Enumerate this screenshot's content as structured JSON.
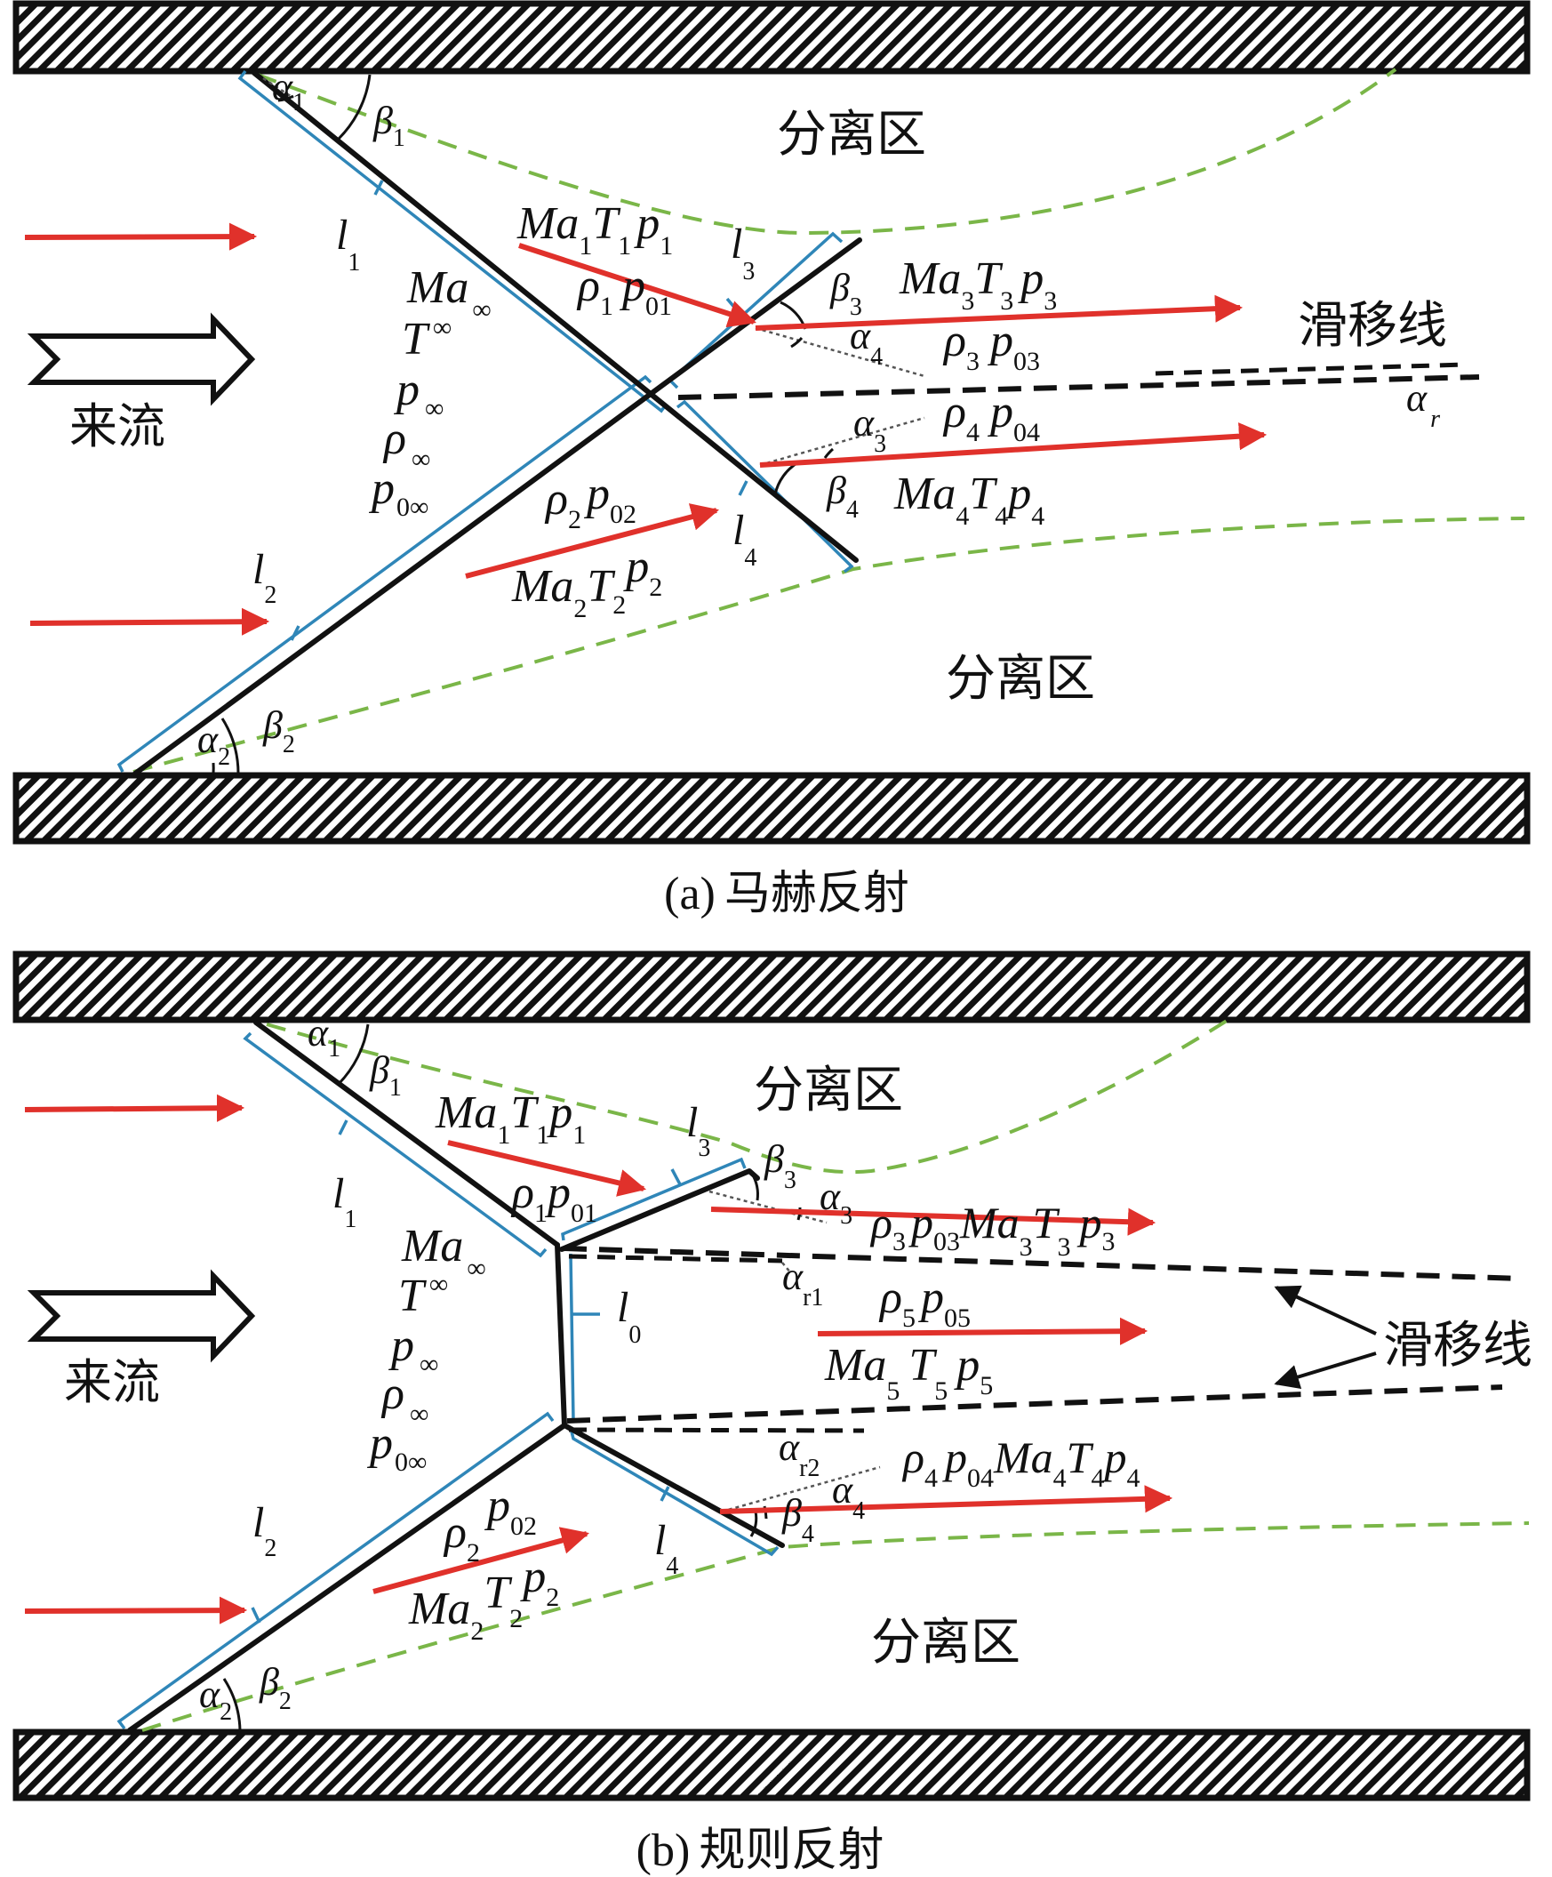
{
  "colors": {
    "shock": "#111111",
    "shock_length_marker": "#2f86b8",
    "flow_arrow": "#e0312b",
    "separation_boundary": "#7ab648",
    "slip_line": "#111111",
    "wall_fill": "#111111",
    "wall_hatch": "#ffffff"
  },
  "panel_a": {
    "caption_label": "(a)",
    "caption_text": "马赫反射",
    "incoming_flow_label": "来流",
    "separation_zone_top": "分离区",
    "separation_zone_bottom": "分离区",
    "slip_line_label": "滑移线",
    "freestream": {
      "ma": "Ma",
      "ma_sub": "∞",
      "t": "T",
      "t_sub": "∞",
      "p": "p",
      "p_sub": "∞",
      "rho": "ρ",
      "rho_sub": "∞",
      "p0": "p",
      "p0_sub": "0∞"
    },
    "region1": {
      "ma": "Ma",
      "ma_sub": "1",
      "t": "T",
      "t_sub": "1",
      "p": "p",
      "p_sub": "1",
      "rho": "ρ",
      "rho_sub": "1",
      "p0": "p",
      "p0_sub": "01"
    },
    "region2": {
      "rho": "ρ",
      "rho_sub": "2",
      "p0": "p",
      "p0_sub": "02",
      "ma": "Ma",
      "ma_sub": "2",
      "t": "T",
      "t_sub": "2",
      "p": "p",
      "p_sub": "2"
    },
    "region3": {
      "ma": "Ma",
      "ma_sub": "3",
      "t": "T",
      "t_sub": "3",
      "p": "p",
      "p_sub": "3",
      "rho": "ρ",
      "rho_sub": "3",
      "p0": "p",
      "p0_sub": "03"
    },
    "region4": {
      "rho": "ρ",
      "rho_sub": "4",
      "p0": "p",
      "p0_sub": "04",
      "ma": "Ma",
      "ma_sub": "4",
      "t": "T",
      "t_sub": "4",
      "p": "p",
      "p_sub": "4"
    },
    "angles": {
      "alpha1": "α",
      "alpha1_sub": "1",
      "beta1": "β",
      "beta1_sub": "1",
      "alpha2": "α",
      "alpha2_sub": "2",
      "beta2": "β",
      "beta2_sub": "2",
      "beta3": "β",
      "beta3_sub": "3",
      "alpha4": "α",
      "alpha4_sub": "4",
      "alpha3": "α",
      "alpha3_sub": "3",
      "beta4": "β",
      "beta4_sub": "4",
      "alpha_r": "α",
      "alpha_r_sub": "r"
    },
    "lengths": {
      "l1": "l",
      "l1_sub": "1",
      "l2": "l",
      "l2_sub": "2",
      "l3": "l",
      "l3_sub": "3",
      "l4": "l",
      "l4_sub": "4"
    }
  },
  "panel_b": {
    "caption_label": "(b)",
    "caption_text": "规则反射",
    "incoming_flow_label": "来流",
    "separation_zone_top": "分离区",
    "separation_zone_bottom": "分离区",
    "slip_line_label": "滑移线",
    "freestream": {
      "ma": "Ma",
      "ma_sub": "∞",
      "t": "T",
      "t_sub": "∞",
      "p": "p",
      "p_sub": "∞",
      "rho": "ρ",
      "rho_sub": "∞",
      "p0": "p",
      "p0_sub": "0∞"
    },
    "region1": {
      "ma": "Ma",
      "ma_sub": "1",
      "t": "T",
      "t_sub": "1",
      "p": "p",
      "p_sub": "1",
      "rho": "ρ",
      "rho_sub": "1",
      "p0": "p",
      "p0_sub": "01"
    },
    "region2": {
      "rho": "ρ",
      "rho_sub": "2",
      "p0": "p",
      "p0_sub": "02",
      "ma": "Ma",
      "ma_sub": "2",
      "t": "T",
      "t_sub": "2",
      "p": "p",
      "p_sub": "2"
    },
    "region3": {
      "rho": "ρ",
      "rho_sub": "3",
      "p0": "p",
      "p0_sub": "03",
      "ma": "Ma",
      "ma_sub": "3",
      "t": "T",
      "t_sub": "3",
      "p": "p",
      "p_sub": "3"
    },
    "region4": {
      "rho": "ρ",
      "rho_sub": "4",
      "p0": "p",
      "p0_sub": "04",
      "ma": "Ma",
      "ma_sub": "4",
      "t": "T",
      "t_sub": "4",
      "p": "p",
      "p_sub": "4"
    },
    "region5": {
      "rho": "ρ",
      "rho_sub": "5",
      "p0": "p",
      "p0_sub": "05",
      "ma": "Ma",
      "ma_sub": "5",
      "t": "T",
      "t_sub": "5",
      "p": "p",
      "p_sub": "5"
    },
    "angles": {
      "alpha1": "α",
      "alpha1_sub": "1",
      "beta1": "β",
      "beta1_sub": "1",
      "alpha2": "α",
      "alpha2_sub": "2",
      "beta2": "β",
      "beta2_sub": "2",
      "beta3": "β",
      "beta3_sub": "3",
      "alpha3": "α",
      "alpha3_sub": "3",
      "alpha4": "α",
      "alpha4_sub": "4",
      "beta4": "β",
      "beta4_sub": "4",
      "alpha_r1": "α",
      "alpha_r1_sub": "r1",
      "alpha_r2": "α",
      "alpha_r2_sub": "r2"
    },
    "lengths": {
      "l0": "l",
      "l0_sub": "0",
      "l1": "l",
      "l1_sub": "1",
      "l2": "l",
      "l2_sub": "2",
      "l3": "l",
      "l3_sub": "3",
      "l4": "l",
      "l4_sub": "4"
    }
  }
}
